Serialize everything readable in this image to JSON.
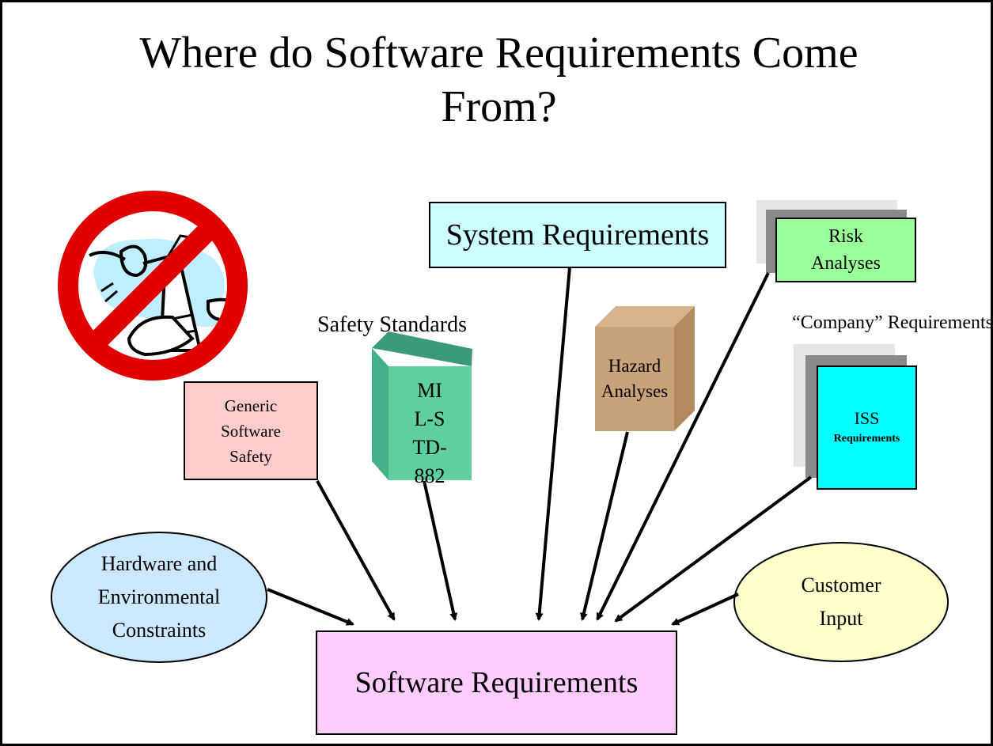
{
  "title_line1": "Where do Software Requirements Come",
  "title_line2": "From?",
  "nodes": {
    "system_requirements": "System Requirements",
    "risk_analyses": "Risk Analyses",
    "company_requirements": "“Company” Requirements",
    "safety_standards": "Safety Standards",
    "mil_std": "MIL-STD-882",
    "hazard_analyses": "Hazard Analyses",
    "generic_software_safety": "Generic Software Safety",
    "iss_title": "ISS",
    "iss_sub": "Requirements",
    "hardware_constraints": "Hardware and Environmental Constraints",
    "customer_input": "Customer Input",
    "software_requirements": "Software Requirements"
  },
  "colors": {
    "system_requirements": "#ccffff",
    "risk_analyses": "#99ff99",
    "hazard_front": "#c8a27a",
    "mil_front": "#5fcfa0",
    "generic_safety": "#ffcccc",
    "iss": "#00ffff",
    "hardware": "#cce8ff",
    "customer": "#ffffcc",
    "software_requirements": "#ffccff",
    "no_sign": "#e00000"
  },
  "icons": {
    "prohibition": "no-sign-icon"
  }
}
